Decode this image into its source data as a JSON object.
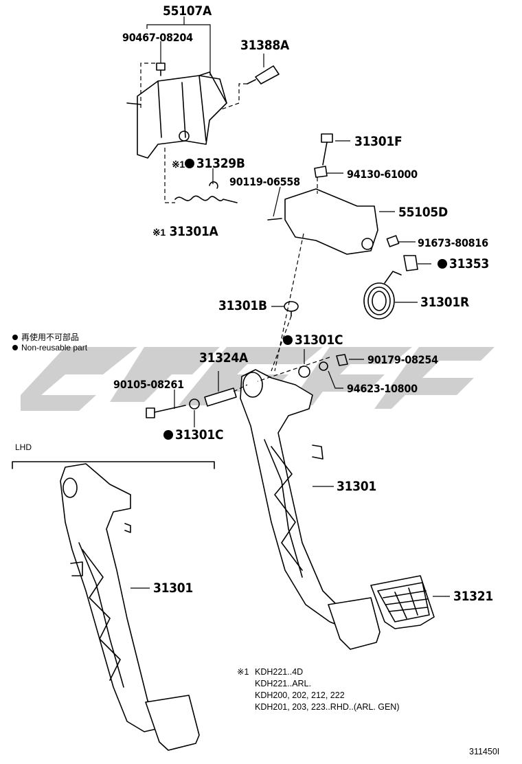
{
  "labels": {
    "p55107A": "55107A",
    "p90467": "90467-08204",
    "p31388A": "31388A",
    "p31301F": "31301F",
    "p31329B": "31329B",
    "p90119": "90119-06558",
    "p94130": "94130-61000",
    "p55105D": "55105D",
    "p31301A": "31301A",
    "p91673": "91673-80816",
    "p31353": "31353",
    "p31301B": "31301B",
    "p31301R": "31301R",
    "p31301C_top": "31301C",
    "p31324A": "31324A",
    "p90179": "90179-08254",
    "p90105": "90105-08261",
    "p94623": "94623-10800",
    "p31301C_bot": "31301C",
    "p31301_main": "31301",
    "p31301_lhd": "31301",
    "p31321": "31321",
    "lhd": "LHD",
    "drawing_no": "311450I"
  },
  "marks": {
    "kome1": "※1",
    "kome": "※1"
  },
  "legend": {
    "line1": "再使用不可部品",
    "line2": "Non-reusable part"
  },
  "footnote": {
    "mark": "※1",
    "line1": "KDH221..4D",
    "line2": "KDH221..ARL.",
    "line3": "KDH200, 202, 212, 222",
    "line4": "KDH201, 203, 223..RHD..(ARL. GEN)"
  },
  "watermark_color": "#c8c8c8"
}
